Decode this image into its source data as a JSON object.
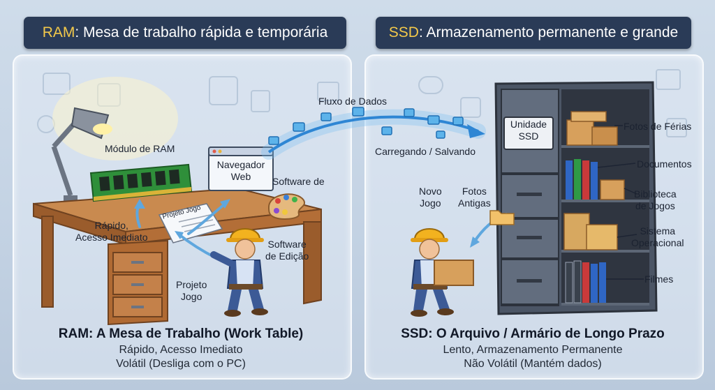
{
  "left": {
    "header_key": "RAM",
    "header_rest": ": Mesa de trabalho rápida e temporária",
    "labels": {
      "ram_module": "Módulo de RAM",
      "browser": "Navegador\nWeb",
      "software": "Software de",
      "project_sheet": "Projeto Jogo",
      "fast": "Rápido,\nAcesso Imediato",
      "editing": "Software\nde Edição",
      "project_game": "Projeto\nJogo"
    },
    "footer_title": "RAM: A Mesa de Trabalho (Work Table)",
    "footer_line1": "Rápido, Acesso Imediato",
    "footer_line2": "Volátil (Desliga com o PC)"
  },
  "flow": {
    "title": "Fluxo de Dados",
    "subtitle": "Carregando / Salvando"
  },
  "right": {
    "header_key": "SSD",
    "header_rest": ": Armazenamento permanente e grande",
    "cabinet_label": "Unidade\nSSD",
    "labels": {
      "new_game": "Novo\nJogo",
      "old_photos": "Fotos\nAntigas",
      "vacation_photos": "Fotos de Férias",
      "documents": "Documentos",
      "game_library": "Biblioteca\nde Jogos",
      "os": "Sistema\nOperacional",
      "movies": "Filmes"
    },
    "footer_title": "SSD: O Arquivo / Armário de Longo Prazo",
    "footer_line1": "Lento, Armazenamento Permanente",
    "footer_line2": "Não Volátil (Mantém dados)"
  },
  "colors": {
    "header_bg": "#2a3b57",
    "header_accent": "#f3c94a",
    "desk_wood": "#b9743d",
    "cabinet": "#4b5565",
    "ram_green": "#2f8f3a",
    "flow_blue": "#2e86d4"
  }
}
